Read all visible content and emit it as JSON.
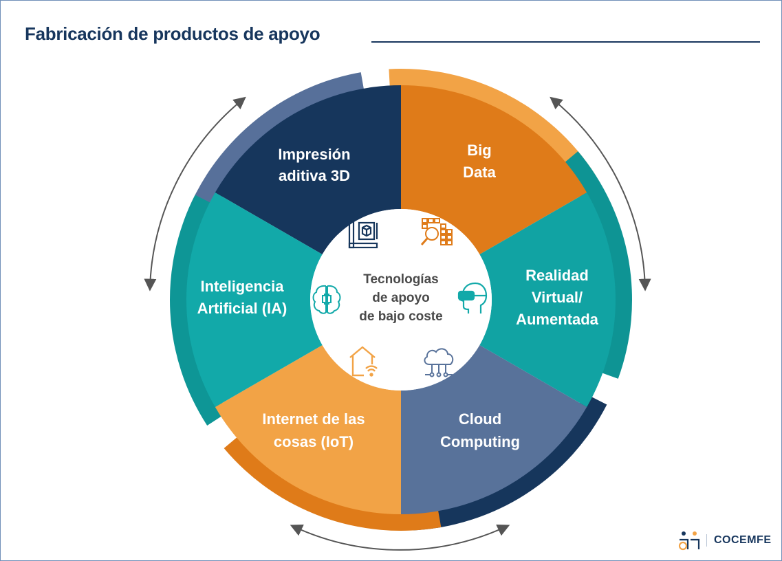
{
  "title": "Fabricación de productos de apoyo",
  "center": {
    "line1": "Tecnologías",
    "line2": "de apoyo",
    "line3": "de bajo coste"
  },
  "segments": [
    {
      "line1": "Impresión",
      "line2": "aditiva 3D",
      "line3": "",
      "icon": "3d-printing-icon",
      "color": "#16365c",
      "rim": "#57709a"
    },
    {
      "line1": "Big",
      "line2": "Data",
      "line3": "",
      "icon": "big-data-icon",
      "color": "#df7b19",
      "rim": "#f2a346"
    },
    {
      "line1": "Realidad",
      "line2": "Virtual/",
      "line3": "Aumentada",
      "icon": "vr-headset-icon",
      "color": "#11a3a3",
      "rim": "#0e9494"
    },
    {
      "line1": "Cloud",
      "line2": "Computing",
      "line3": "",
      "icon": "cloud-icon",
      "color": "#58729a",
      "rim": "#16365c"
    },
    {
      "line1": "Internet de las",
      "line2": "cosas (IoT)",
      "line3": "",
      "icon": "smart-home-icon",
      "color": "#f2a346",
      "rim": "#df7b19"
    },
    {
      "line1": "Inteligencia",
      "line2": "Artificial (IA)",
      "line3": "",
      "icon": "ai-brain-icon",
      "color": "#12a9a9",
      "rim": "#0e9696"
    }
  ],
  "logo": {
    "text": "COCEMFE",
    "icon": "cocemfe-logo-icon"
  }
}
